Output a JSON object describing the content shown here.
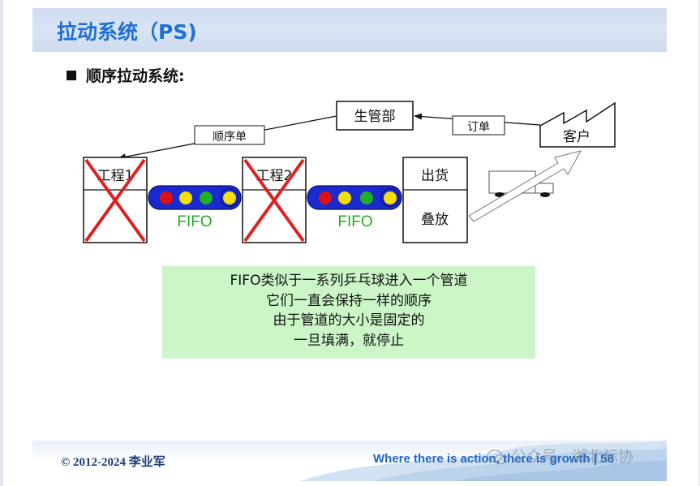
{
  "slide": {
    "title": "拉动系统（PS)",
    "bullet": "顺序拉动系统:"
  },
  "diagram": {
    "production_control": "生管部",
    "customer": "客户",
    "order_label": "订单",
    "sequence_label": "顺序单",
    "process1": "工程1",
    "process2": "工程2",
    "fifo1": "FIFO",
    "fifo2": "FIFO",
    "shipping": "出货",
    "stacking": "叠放",
    "colors": {
      "box_border": "#111111",
      "cross": "#e02020",
      "conveyor": "#1a2ad0",
      "fifo_text": "#22aa22",
      "ball_red": "#e01010",
      "ball_yellow": "#f5e000",
      "ball_green": "#22b022"
    }
  },
  "note": {
    "lines": [
      "FIFO类似于一系列乒乓球进入一个管道",
      "它们一直会保持一样的顺序",
      "由于管道的大小是固定的",
      "一旦填满，就停止"
    ],
    "background": "#ccf5c8"
  },
  "footer": {
    "copyright": "© 2012-2024 李业军",
    "slogan": "Where there is action, there is growth",
    "page_number": "58",
    "watermark": "公众号 · 湖北标协"
  }
}
